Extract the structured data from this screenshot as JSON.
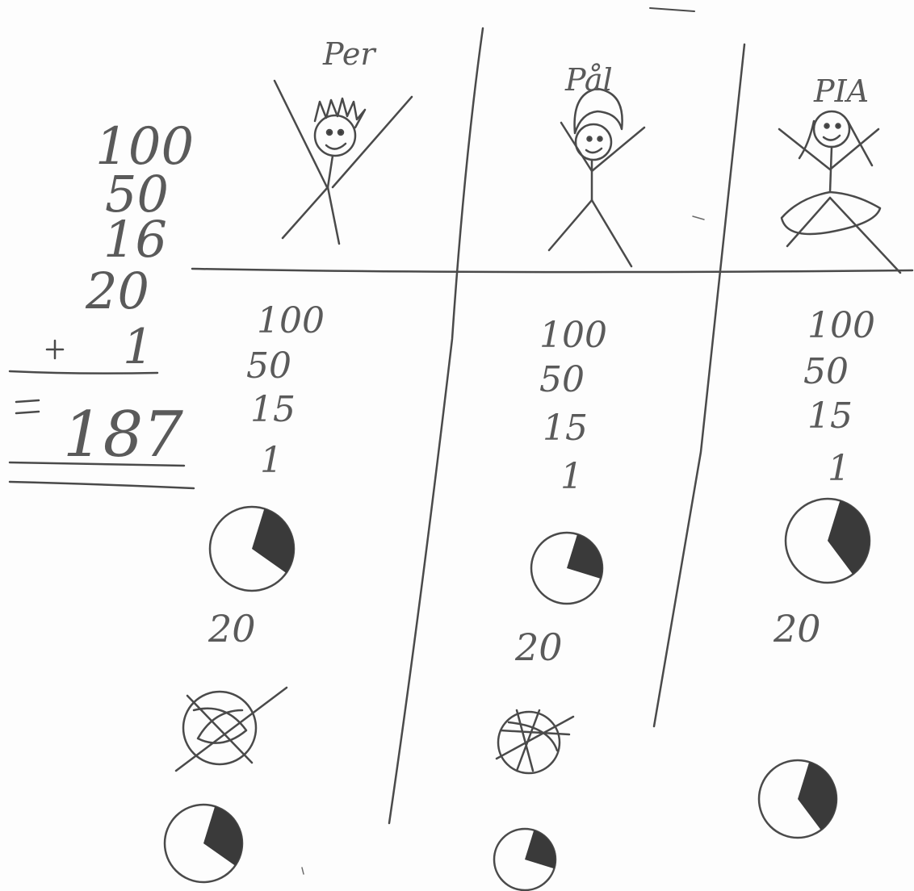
{
  "left_sum": {
    "addends": [
      "100",
      "50",
      "16",
      "20",
      "1"
    ],
    "plus_sign": "+",
    "equals_sign": "=",
    "total": "187"
  },
  "columns": [
    {
      "name": "Per",
      "values": [
        "100",
        "50",
        "15",
        "1"
      ],
      "after_pie": "20",
      "pie_shaded_fraction": 0.3
    },
    {
      "name": "Pål",
      "values": [
        "100",
        "50",
        "15",
        "1"
      ],
      "after_pie": "20",
      "pie_shaded_fraction": 0.25
    },
    {
      "name": "PIA",
      "values": [
        "100",
        "50",
        "15",
        "1"
      ],
      "after_pie": "20",
      "pie_shaded_fraction": 0.35
    }
  ],
  "colors": {
    "pencil": "#4a4a4a",
    "paper": "#fdfdfd"
  }
}
